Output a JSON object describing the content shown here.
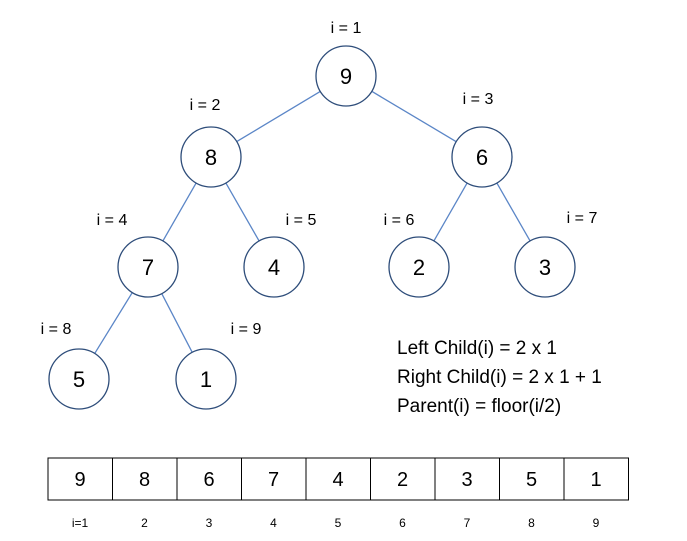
{
  "tree": {
    "nodes": [
      {
        "id": "n1",
        "value": "9",
        "label": "i = 1"
      },
      {
        "id": "n2",
        "value": "8",
        "label": "i = 2"
      },
      {
        "id": "n3",
        "value": "6",
        "label": "i = 3"
      },
      {
        "id": "n4",
        "value": "7",
        "label": "i = 4"
      },
      {
        "id": "n5",
        "value": "4",
        "label": "i = 5"
      },
      {
        "id": "n6",
        "value": "2",
        "label": "i = 6"
      },
      {
        "id": "n7",
        "value": "3",
        "label": "i = 7"
      },
      {
        "id": "n8",
        "value": "5",
        "label": "i = 8"
      },
      {
        "id": "n9",
        "value": "1",
        "label": "i = 9"
      }
    ],
    "edges": [
      [
        "n1",
        "n2"
      ],
      [
        "n1",
        "n3"
      ],
      [
        "n2",
        "n4"
      ],
      [
        "n2",
        "n5"
      ],
      [
        "n3",
        "n6"
      ],
      [
        "n3",
        "n7"
      ],
      [
        "n4",
        "n8"
      ],
      [
        "n4",
        "n9"
      ]
    ]
  },
  "formulas": [
    "Left Child(i) = 2 x 1",
    "Right Child(i) = 2 x 1 + 1",
    "Parent(i) = floor(i/2)"
  ],
  "array": {
    "values": [
      "9",
      "8",
      "6",
      "7",
      "4",
      "2",
      "3",
      "5",
      "1"
    ],
    "indices": [
      "i=1",
      "2",
      "3",
      "4",
      "5",
      "6",
      "7",
      "8",
      "9"
    ]
  },
  "colors": {
    "edge": "#5b86c7",
    "node_border": "#2e4d7a"
  }
}
